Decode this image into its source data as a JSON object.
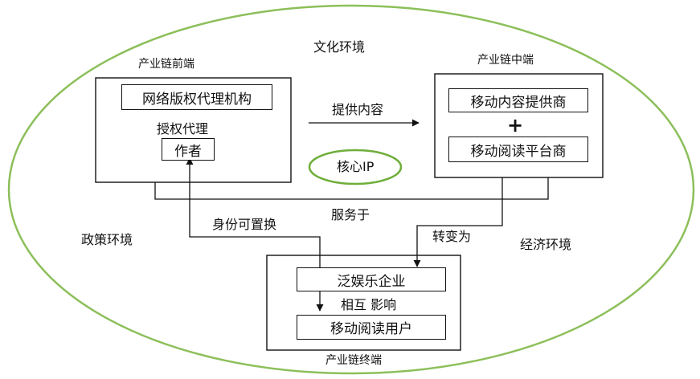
{
  "colors": {
    "ellipse_stroke": "#8cbf5a",
    "core_stroke": "#6fae3b",
    "line": "#111111",
    "background": "#ffffff"
  },
  "environment": {
    "culture": "文化环境",
    "policy": "政策环境",
    "economy": "经济环境"
  },
  "front": {
    "title": "产业链前端",
    "agency": "网络版权代理机构",
    "authorize": "授权代理",
    "author": "作者"
  },
  "middle": {
    "title": "产业链中端",
    "provider": "移动内容提供商",
    "plus": "+",
    "platform": "移动阅读平台商"
  },
  "end": {
    "title": "产业链终端",
    "enterprise": "泛娱乐企业",
    "interaction": "相互 影响",
    "users": "移动阅读用户"
  },
  "core": "核心IP",
  "relations": {
    "provide": "提供内容",
    "serve": "服务于",
    "identity": "身份可置换",
    "transform": "转变为"
  }
}
